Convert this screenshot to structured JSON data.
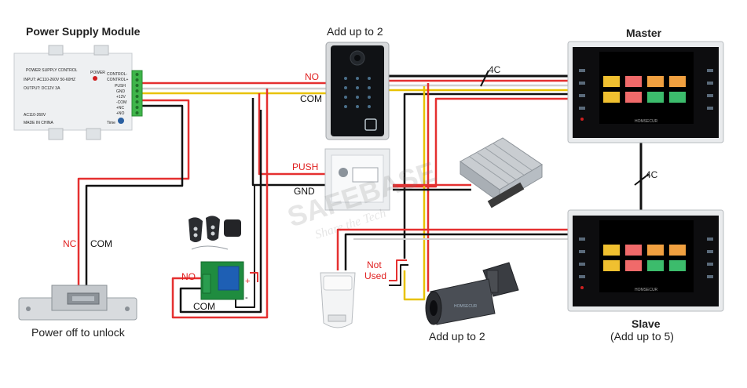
{
  "labels": {
    "power_supply_module": "Power Supply Module",
    "add_up_to_2_keypad": "Add up to 2",
    "master": "Master",
    "slave": "Slave",
    "slave_sub": "(Add up to 5)",
    "add_up_to_2_camera": "Add up to 2",
    "power_off_unlock": "Power off to unlock",
    "four_c_top": "4C",
    "four_c_side": "4C",
    "no_keypad": "NO",
    "com_keypad": "COM",
    "push": "PUSH",
    "gnd": "GND",
    "nc_lock": "NC",
    "com_lock": "COM",
    "no_relay": "NO",
    "com_relay": "COM",
    "not_used": "Not\nUsed",
    "not_used_line1": "Not",
    "not_used_line2": "Used",
    "watermark": "SAFEBASE",
    "watermark_sub": "Share the Tech"
  },
  "psu": {
    "header": "POWER SUPPLY CONTROL",
    "power": "POWER",
    "input": "INPUT: AC110-260V 50-60HZ",
    "output": "OUTPUT: DC12V 3A",
    "ac": "AC110-260V",
    "made": "MADE IN CHINA",
    "time": "Time",
    "terminals": [
      "CONTROL-",
      "CONTROL+",
      "PUSH",
      "GND",
      "+12V",
      "-COM",
      "+NC",
      "+NO"
    ]
  },
  "monitor": {
    "brand": "HOMSECUR"
  },
  "colors": {
    "red_wire": "#e53030",
    "white_wire": "#dddddd",
    "black_wire": "#111111",
    "yellow_wire": "#e8c200"
  }
}
